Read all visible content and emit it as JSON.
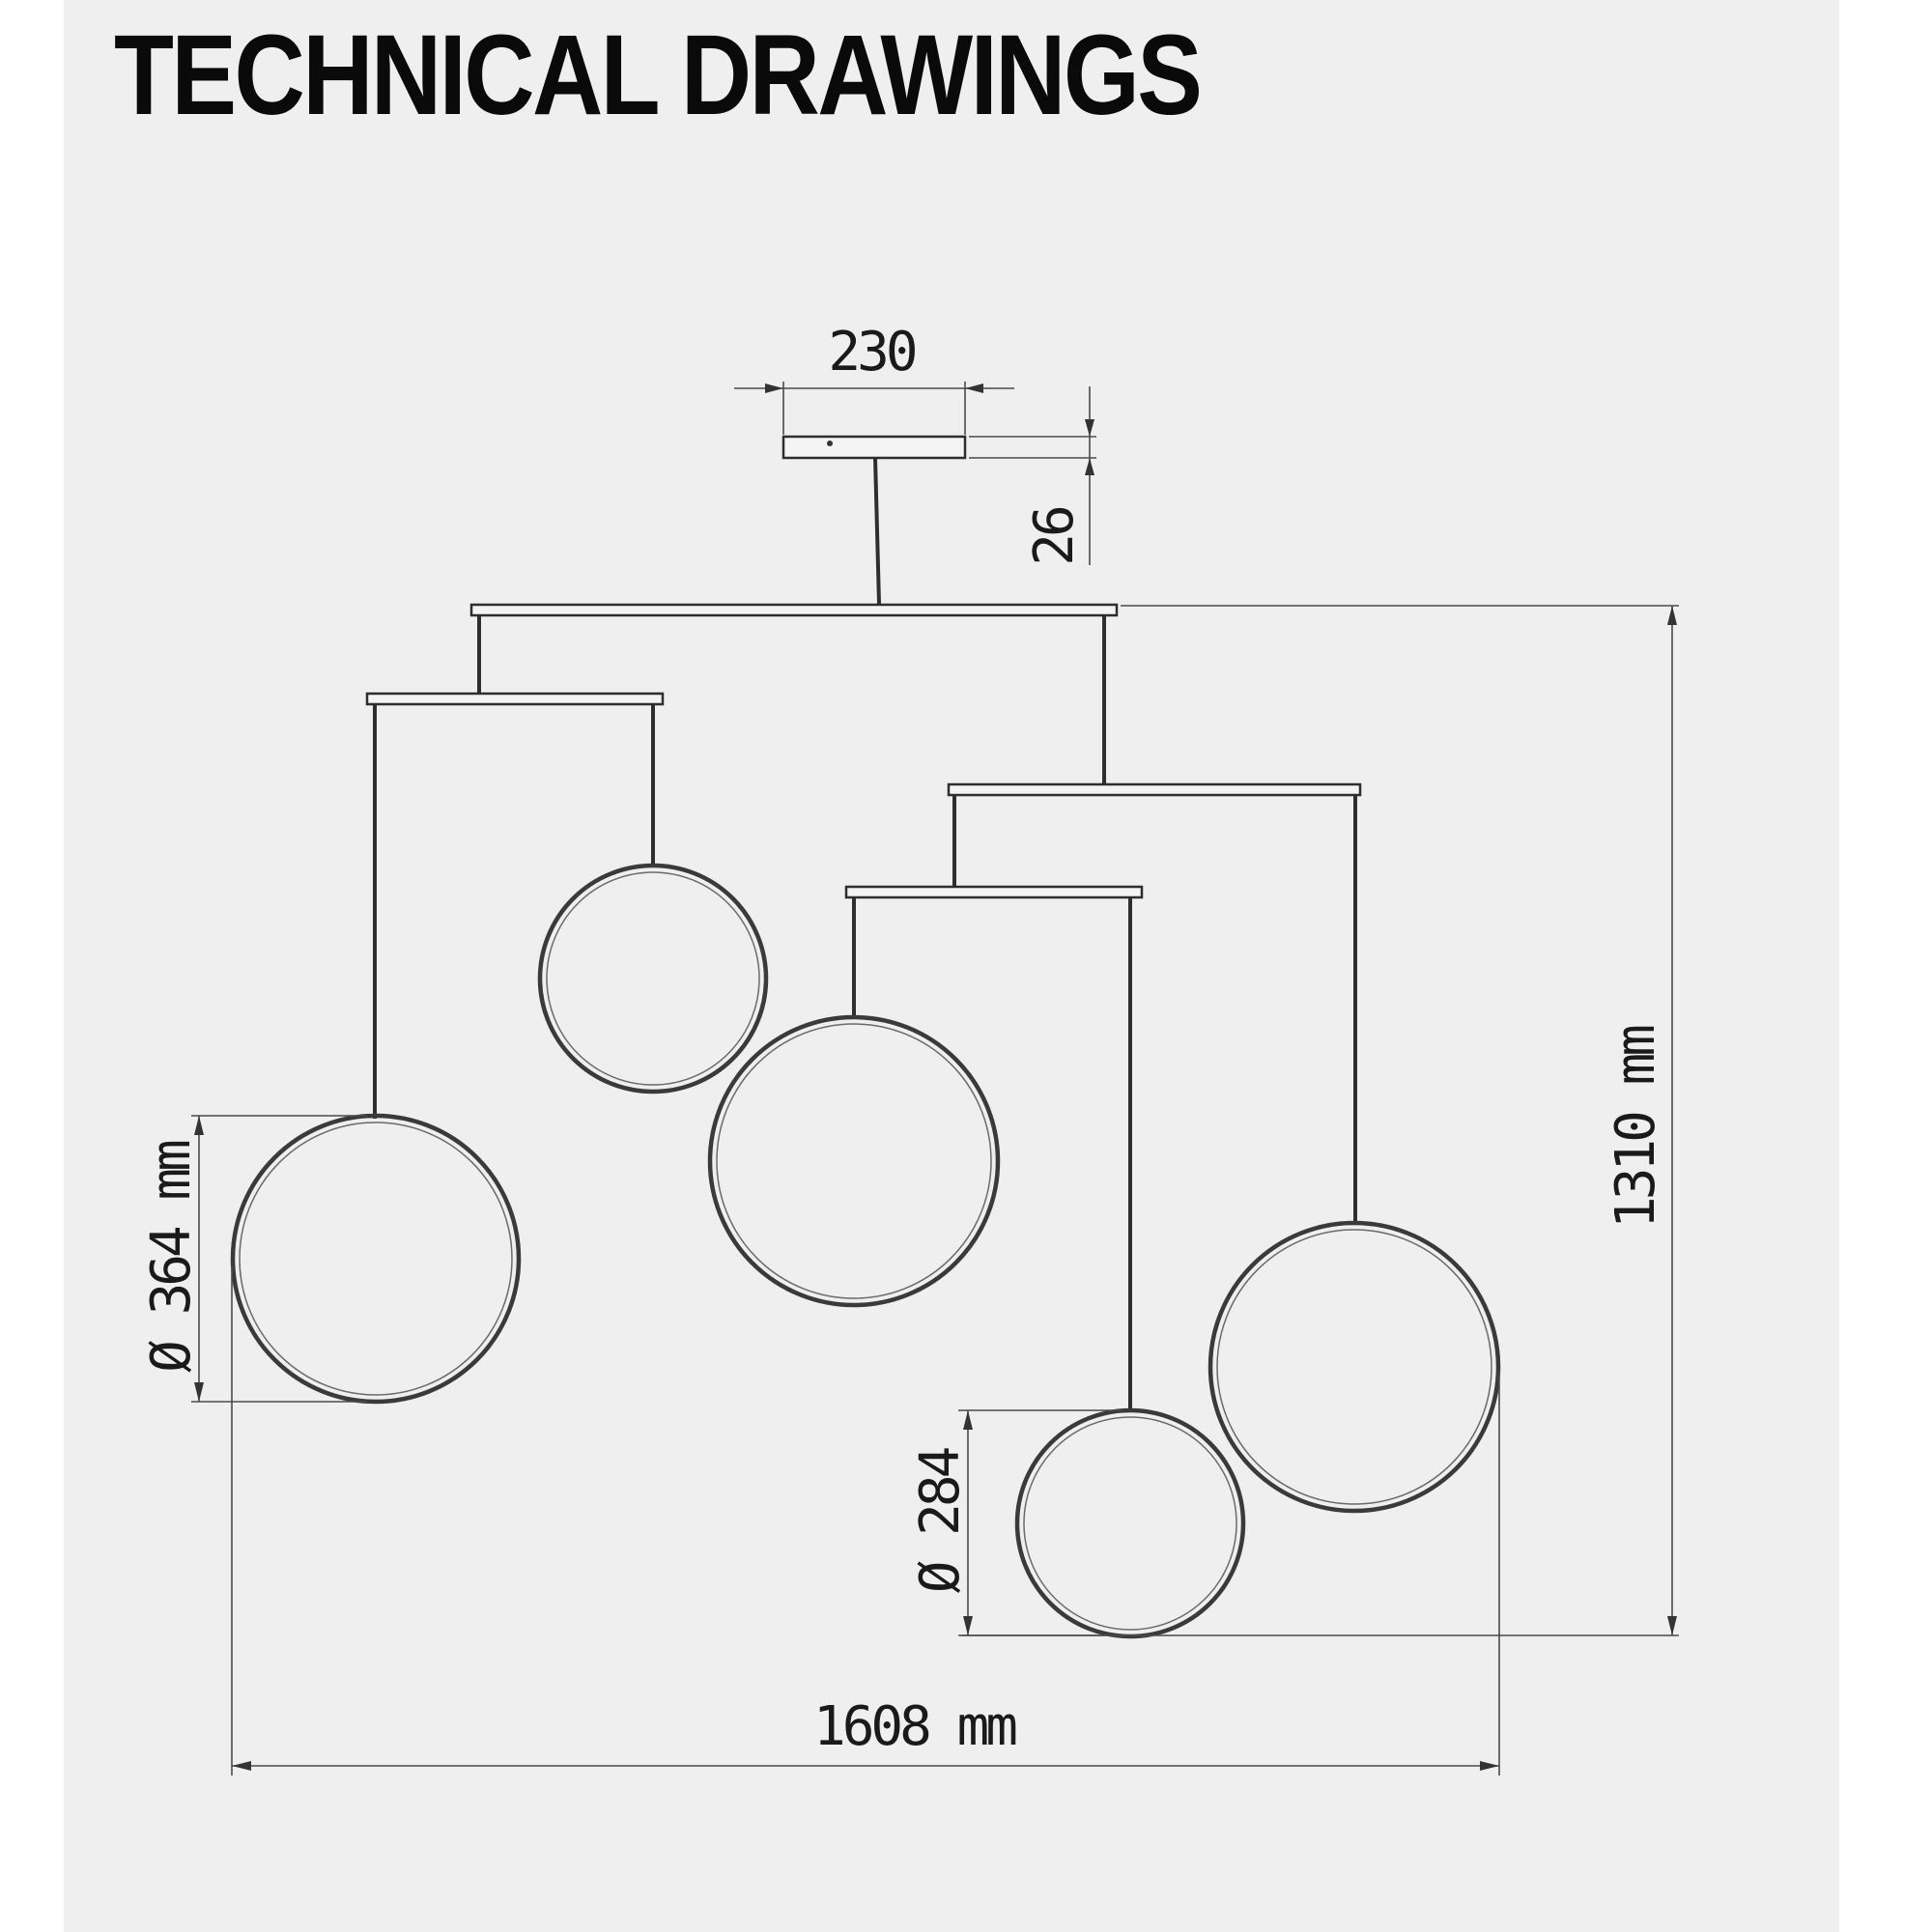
{
  "page": {
    "title": "TECHNICAL DRAWINGS"
  },
  "dimensions": {
    "canopy_width": "230",
    "canopy_height": "26",
    "total_height": "1310 mm",
    "total_width": "1608 mm",
    "large_diameter": "Ø 364 mm",
    "small_diameter": "Ø 284"
  }
}
